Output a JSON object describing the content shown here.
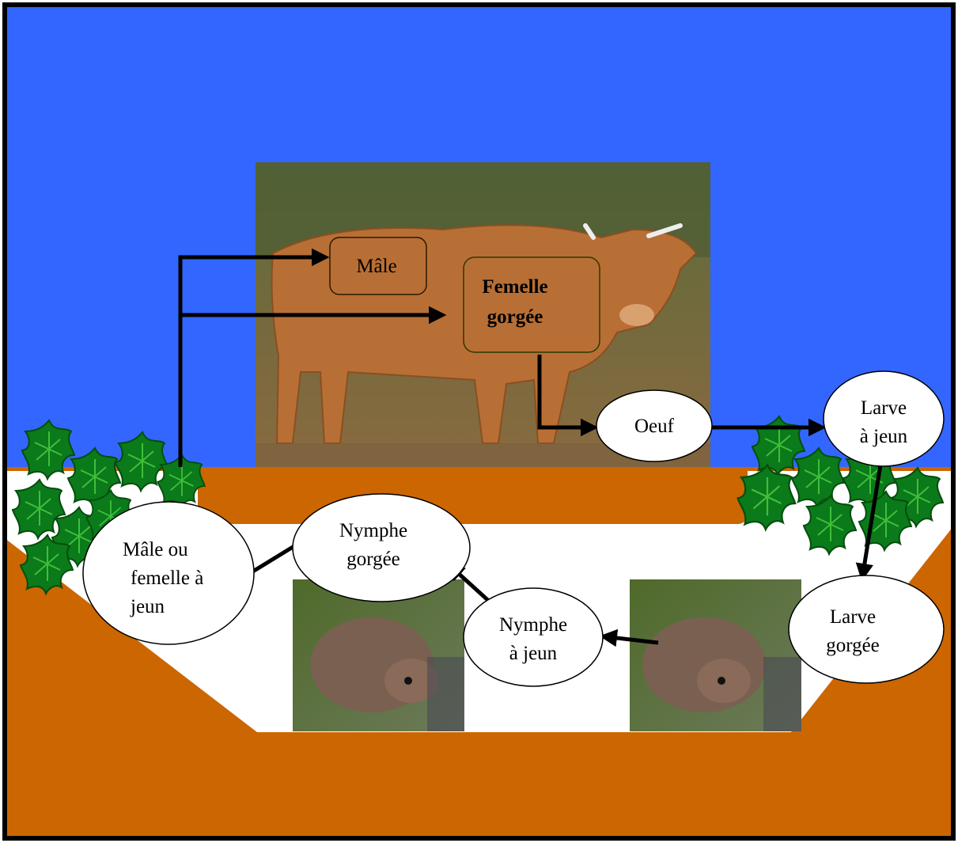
{
  "colors": {
    "sky": "#3366ff",
    "soil": "#cc6600",
    "burrow": "#ffffff",
    "frame": "#000000",
    "arrow": "#000000",
    "plant": "#0b7a1a"
  },
  "photos": {
    "cow": "cow-photo",
    "vole_left": "vole-photo",
    "vole_right": "vole-photo"
  },
  "labels": {
    "male": "Mâle",
    "female_engorged": [
      "Femelle",
      "gorgée"
    ],
    "egg": "Oeuf",
    "larva_fasting": [
      "Larve",
      "à jeun"
    ],
    "larva_engorged": [
      "Larve",
      "gorgée"
    ],
    "nymph_fasting": [
      "Nymphe",
      "à jeun"
    ],
    "nymph_engorged": [
      "Nymphe",
      "gorgée"
    ],
    "adult_fasting": [
      "Mâle ou",
      "femelle à",
      "jeun"
    ]
  }
}
